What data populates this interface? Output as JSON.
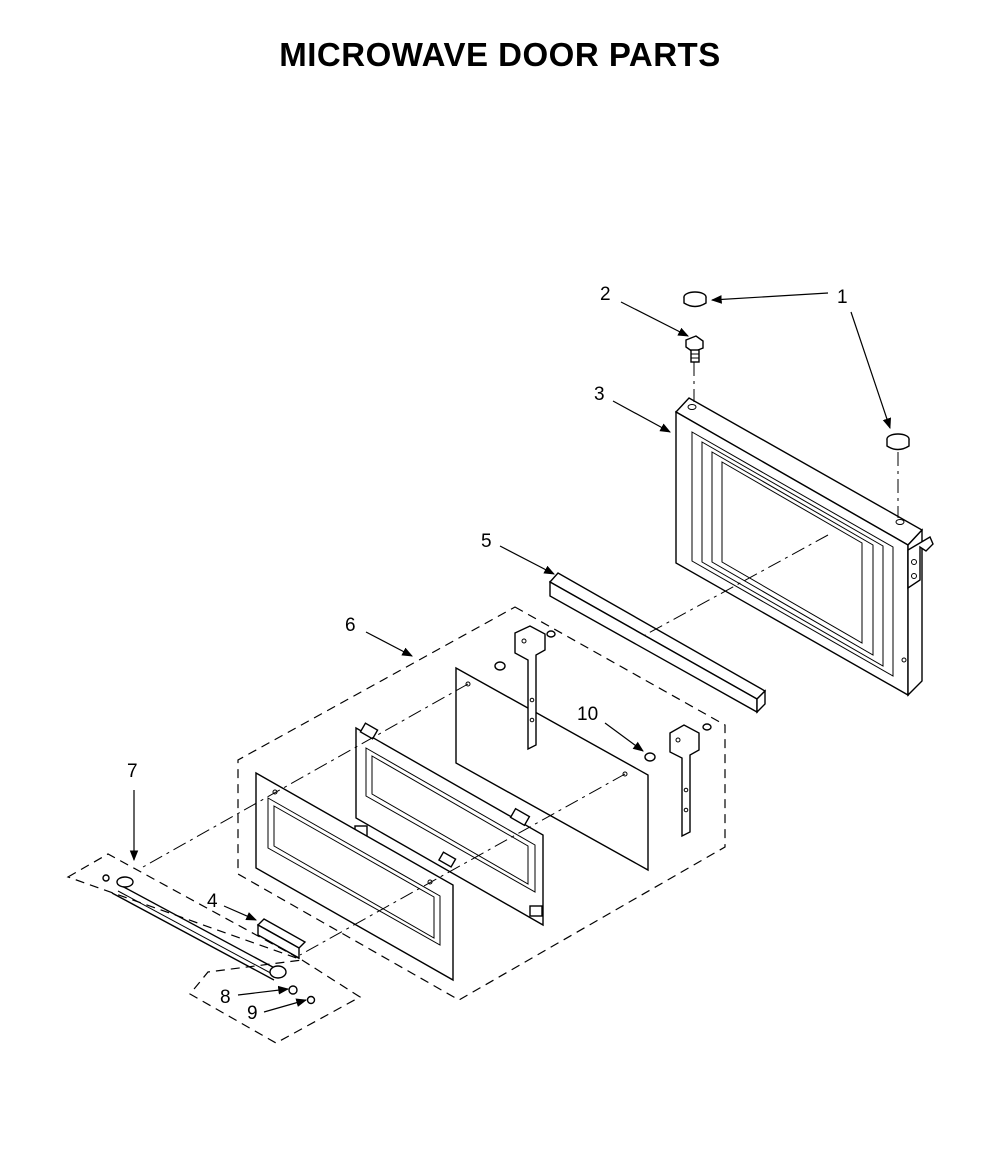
{
  "title": "MICROWAVE DOOR PARTS",
  "callouts": [
    {
      "key": "c1",
      "label": "1"
    },
    {
      "key": "c2",
      "label": "2"
    },
    {
      "key": "c3",
      "label": "3"
    },
    {
      "key": "c4",
      "label": "4"
    },
    {
      "key": "c5",
      "label": "5"
    },
    {
      "key": "c6",
      "label": "6"
    },
    {
      "key": "c7",
      "label": "7"
    },
    {
      "key": "c8",
      "label": "8"
    },
    {
      "key": "c9",
      "label": "9"
    },
    {
      "key": "c10",
      "label": "10"
    }
  ],
  "colors": {
    "ink": "#000000",
    "paper": "#ffffff"
  }
}
